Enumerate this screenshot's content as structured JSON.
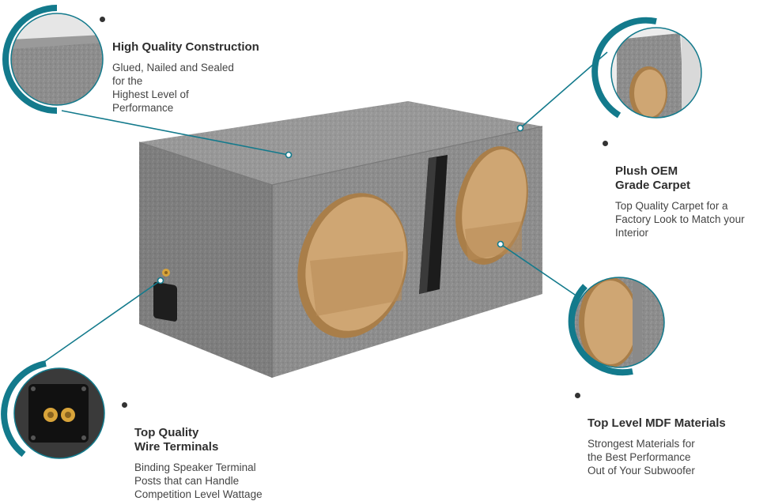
{
  "colors": {
    "accent": "#137a8c",
    "carpet": "#8f8f8f",
    "carpet_dark": "#6f6f6f",
    "mdf": "#caa06c",
    "mdf_edge": "#a97e49"
  },
  "features": [
    {
      "id": "construction",
      "title": "High Quality Construction",
      "desc": "Glued, Nailed and Sealed\nfor the\nHighest Level of\nPerformance",
      "icon": "carpet-corner-detail"
    },
    {
      "id": "carpet",
      "title": "Plush OEM\nGrade Carpet",
      "desc": "Top Quality Carpet for a\nFactory Look to Match your\nInterior",
      "icon": "carpet-port-detail"
    },
    {
      "id": "mdf",
      "title": "Top Level MDF Materials",
      "desc": "Strongest Materials for\nthe Best Performance\nOut of  Your Subwoofer",
      "icon": "mdf-cutout-detail"
    },
    {
      "id": "terminals",
      "title": "Top Quality\nWire Terminals",
      "desc": "Binding Speaker Terminal\nPosts that can Handle\nCompetition Level Wattage",
      "icon": "terminal-cup-detail"
    }
  ]
}
